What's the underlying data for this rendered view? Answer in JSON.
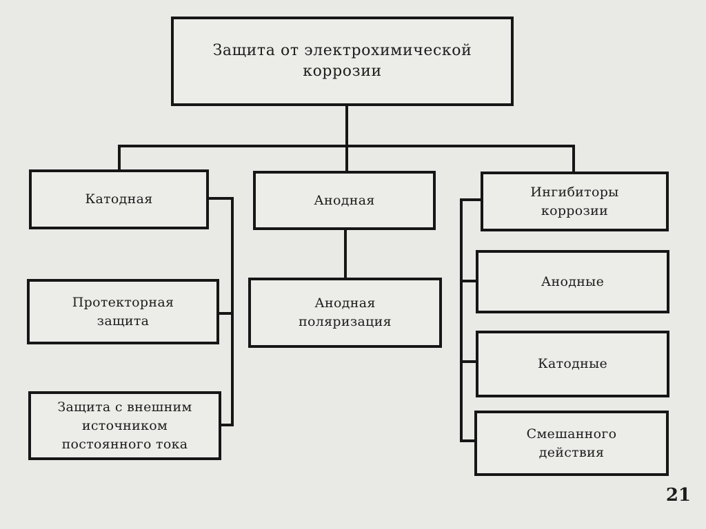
{
  "diagram": {
    "root": "Защита от электрохимической\nкоррозии",
    "branches": {
      "cathodic": {
        "label": "Катодная",
        "children": [
          "Протекторная\nзащита",
          "Защита с внешним\nисточником\nпостоянного тока"
        ]
      },
      "anodic": {
        "label": "Анодная",
        "children": [
          "Анодная\nполяризация"
        ]
      },
      "inhibitors": {
        "label": "Ингибиторы\nкоррозии",
        "children": [
          "Анодные",
          "Катодные",
          "Смешанного\nдействия"
        ]
      }
    }
  },
  "page_number": "21",
  "colors": {
    "background": "#e9e9e6",
    "line": "#161616"
  }
}
